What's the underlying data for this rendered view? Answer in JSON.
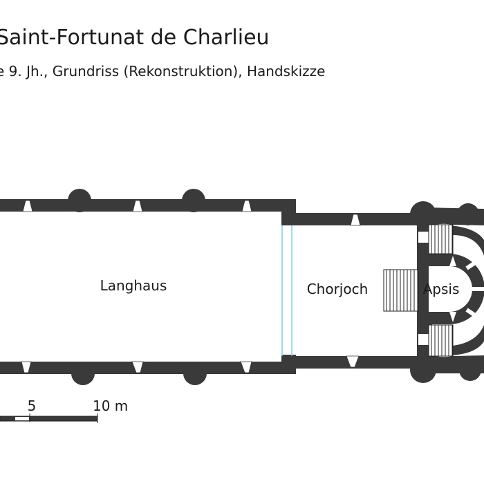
{
  "title": "Saint-Fortunat de Charlieu",
  "subtitle": "e 9. Jh., Grundriss (Rekonstruktion), Handskizze",
  "rooms": {
    "nave": "Langhaus",
    "choir_bay": "Chorjoch",
    "apse": "Apsis"
  },
  "scale_bar": {
    "tick_5": "5",
    "tick_10": "10 m"
  },
  "colors": {
    "wall": "#3a3a3a",
    "choir_boundary": "#6ec6e6",
    "text": "#1a1a1a"
  }
}
